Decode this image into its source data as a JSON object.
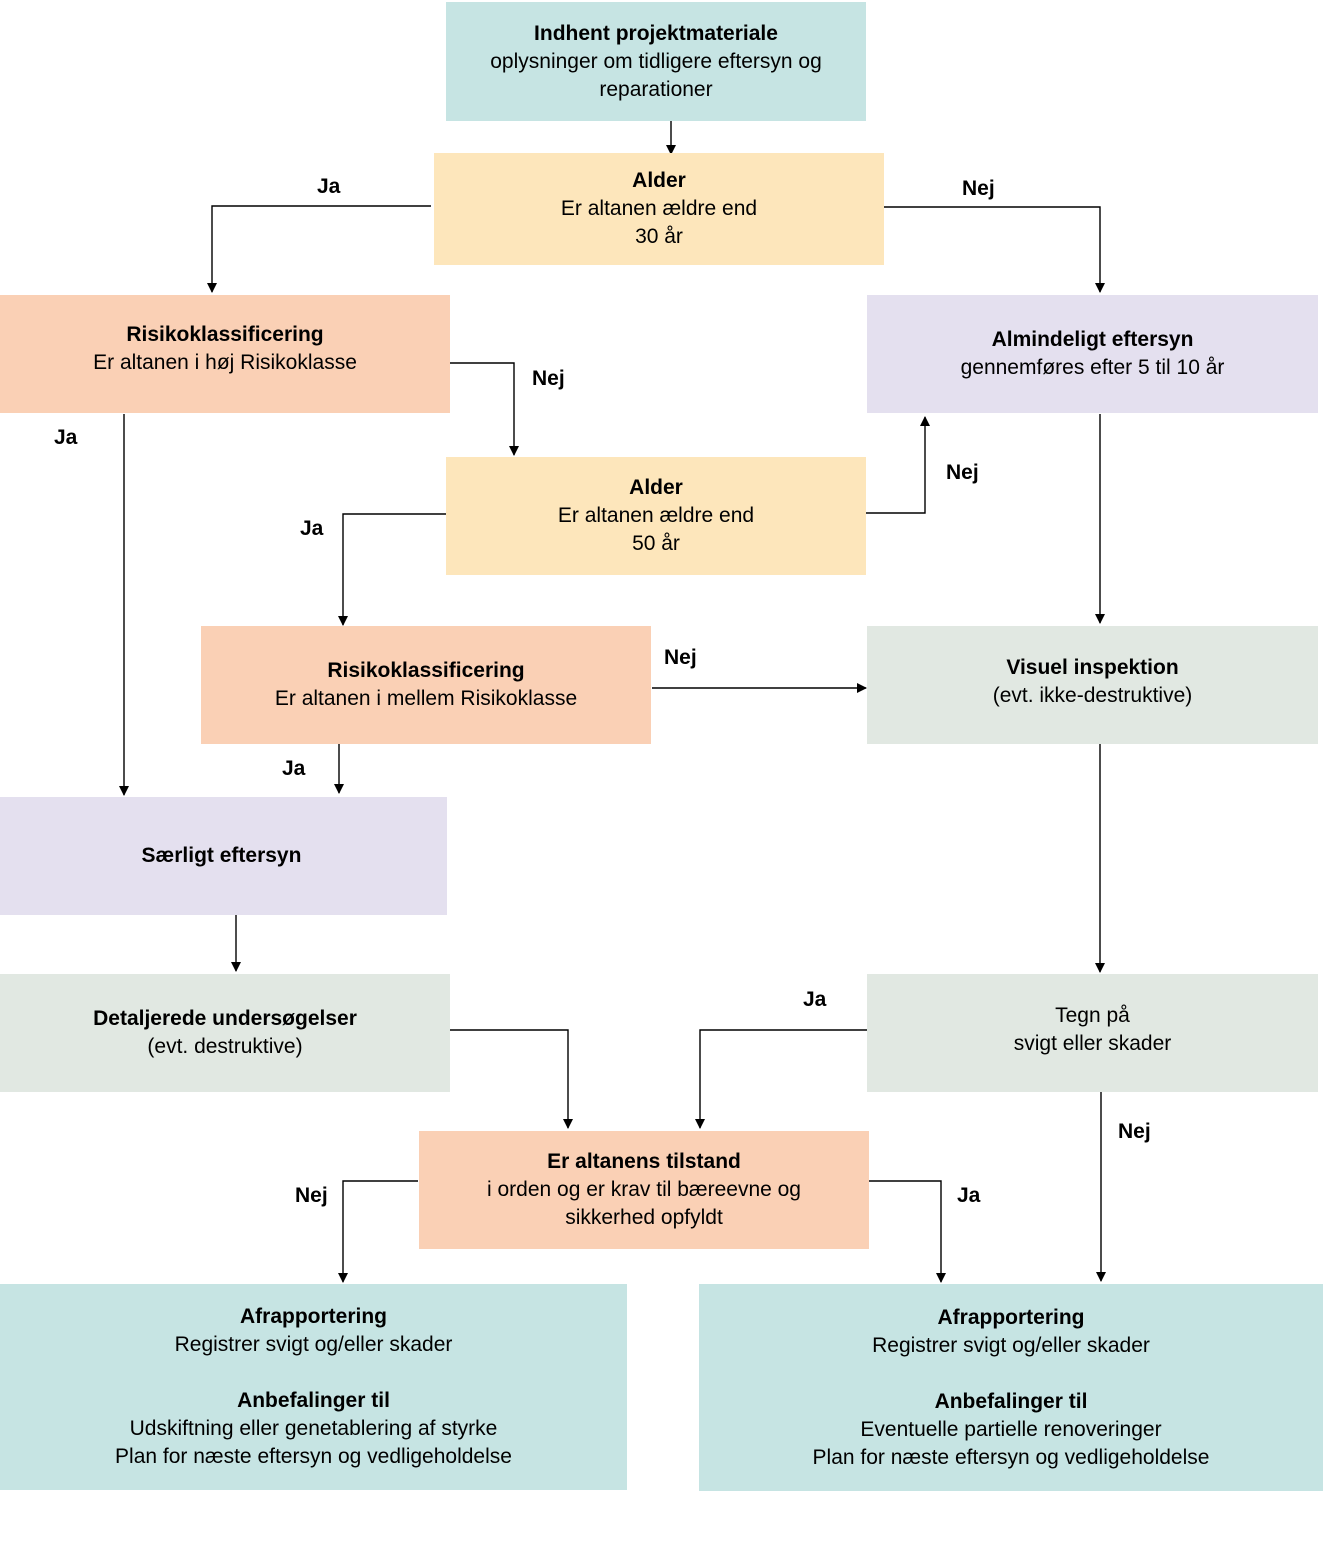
{
  "nodes": {
    "indhent": {
      "title": "Indhent projektmateriale",
      "l1": "oplysninger om tidligere eftersyn og",
      "l2": "reparationer"
    },
    "alder30": {
      "title": "Alder",
      "l1": "Er altanen ældre end",
      "l2": "30 år"
    },
    "risk_hoj": {
      "title": "Risikoklassificering",
      "l1": "Er altanen i høj Risikoklasse"
    },
    "almindeligt": {
      "title": "Almindeligt eftersyn",
      "l1": "gennemføres efter 5 til 10 år"
    },
    "alder50": {
      "title": "Alder",
      "l1": "Er altanen ældre end",
      "l2": "50 år"
    },
    "risk_mellem": {
      "title": "Risikoklassificering",
      "l1": "Er altanen i mellem Risikoklasse"
    },
    "visuel": {
      "title": "Visuel inspektion",
      "l1": "(evt. ikke-destruktive)"
    },
    "saerligt": {
      "title": "Særligt eftersyn"
    },
    "detaljerede": {
      "title": "Detaljerede undersøgelser",
      "l1": "(evt. destruktive)"
    },
    "tegn": {
      "l1": "Tegn på",
      "l2": "svigt eller skader"
    },
    "tilstand": {
      "title": "Er altanens tilstand",
      "l1": "i orden og er krav til bæreevne og",
      "l2": "sikkerhed opfyldt"
    },
    "afrap_left": {
      "title": "Afrapportering",
      "l1": "Registrer svigt og/eller skader",
      "title2": "Anbefalinger til",
      "l2": "Udskiftning eller genetablering af styrke",
      "l3": "Plan for næste eftersyn og vedligeholdelse"
    },
    "afrap_right": {
      "title": "Afrapportering",
      "l1": "Registrer svigt og/eller skader",
      "title2": "Anbefalinger til",
      "l2": "Eventuelle partielle renoveringer",
      "l3": "Plan for næste eftersyn og vedligeholdelse"
    }
  },
  "labels": {
    "ja_alder30": "Ja",
    "nej_alder30": "Nej",
    "nej_risk_hoj": "Nej",
    "ja_risk_hoj": "Ja",
    "nej_alder50": "Nej",
    "ja_alder50": "Ja",
    "nej_risk_mellem": "Nej",
    "ja_risk_mellem": "Ja",
    "ja_tegn": "Ja",
    "nej_tegn": "Nej",
    "nej_tilstand": "Nej",
    "ja_tilstand": "Ja"
  },
  "colors": {
    "teal": "#c6e4e3",
    "yellow": "#fde6bb",
    "salmon": "#fad0b5",
    "lavender": "#e4e0ef",
    "sage": "#e1e8e2",
    "line": "#000000"
  }
}
